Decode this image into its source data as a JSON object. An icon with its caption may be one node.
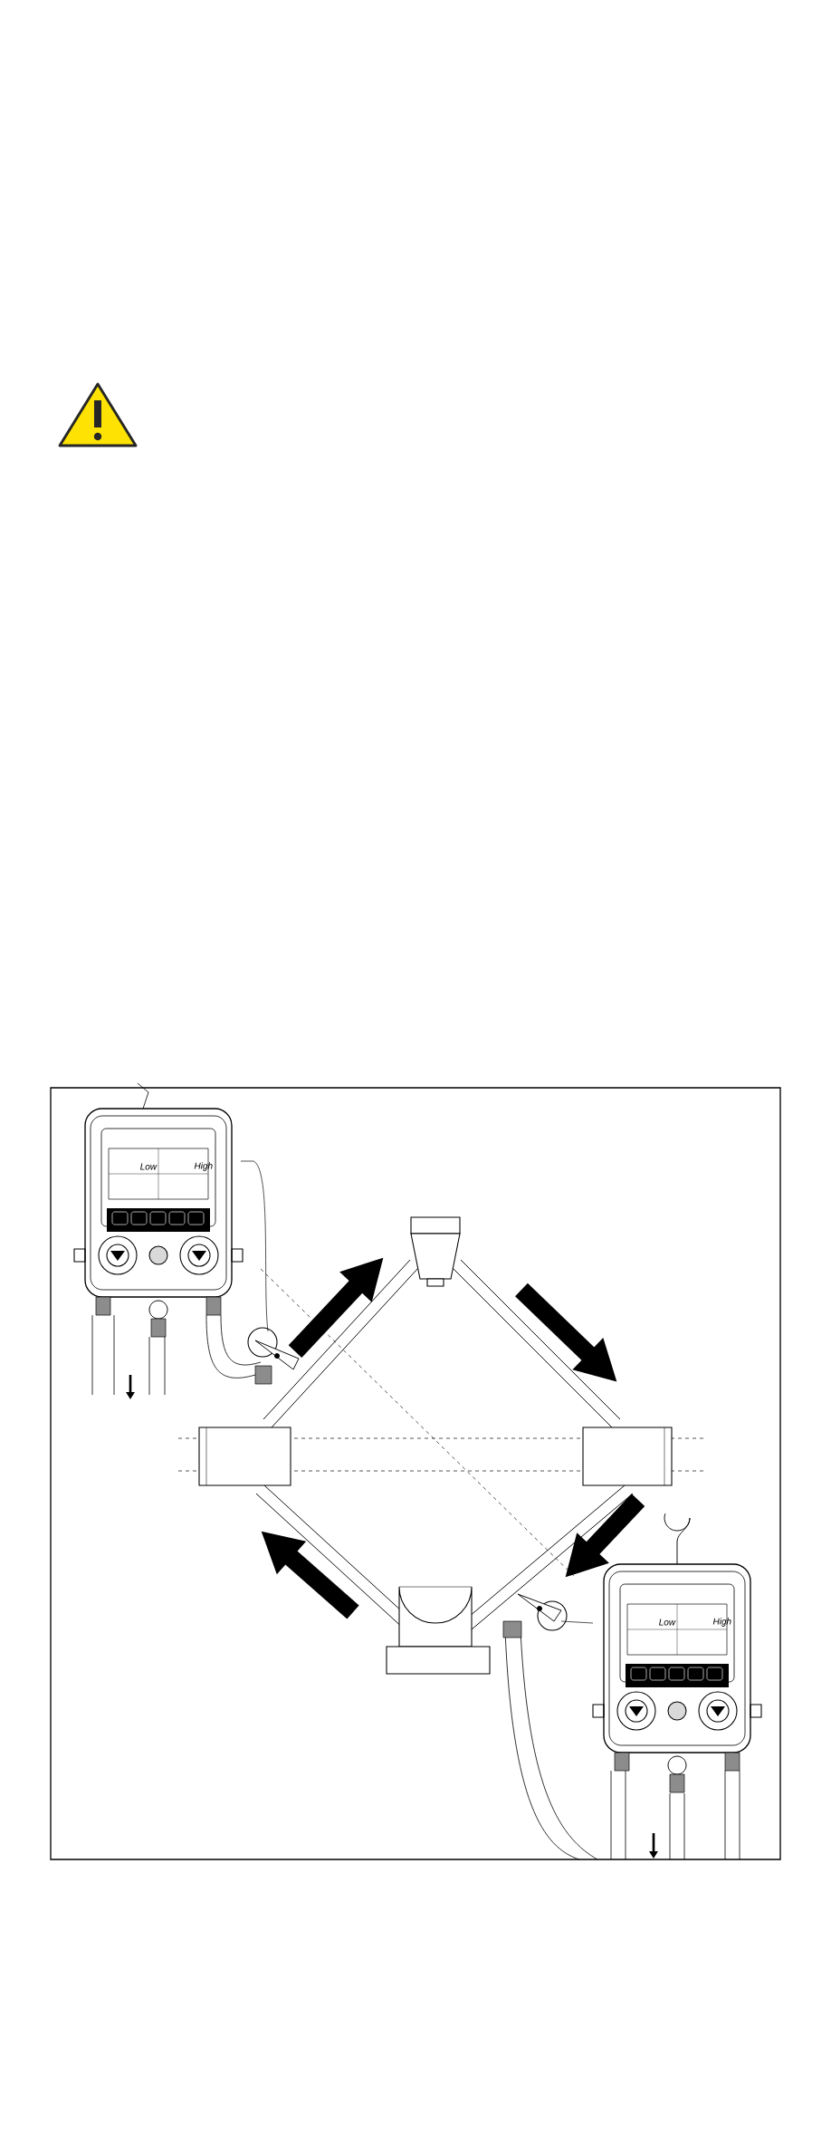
{
  "diagram": {
    "labels": [
      "Low",
      "High",
      "Low",
      "High"
    ]
  }
}
